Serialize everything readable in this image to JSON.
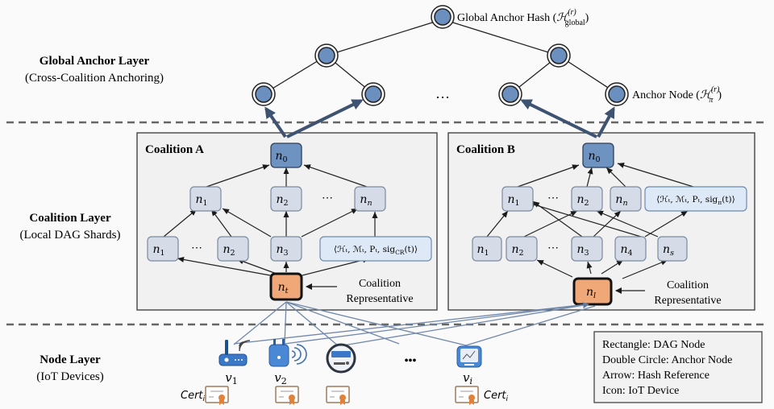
{
  "layers": {
    "global": {
      "title": "Global Anchor Layer",
      "subtitle": "(Cross-Coalition Anchoring)"
    },
    "coalition": {
      "title": "Coalition Layer",
      "subtitle": "(Local DAG Shards)"
    },
    "node": {
      "title": "Node Layer",
      "subtitle": "(IoT Devices)"
    }
  },
  "global_tree": {
    "root_label": "Global Anchor Hash (",
    "root_math": "ℋ",
    "root_sup": "(r)",
    "root_sub": "global",
    "root_close": ")",
    "anchor_label": "Anchor Node (",
    "anchor_math": "ℋ",
    "anchor_sup": "(r)",
    "anchor_sub": "π",
    "anchor_close": ")",
    "ellipsis": "…"
  },
  "coalition_a": {
    "title": "Coalition A",
    "top": {
      "n": "n",
      "sub": "0"
    },
    "mid": [
      {
        "n": "n",
        "sub": "1"
      },
      {
        "n": "n",
        "sub": "2"
      },
      {
        "n": "n",
        "sub": "n"
      }
    ],
    "mid_ellipsis": "⋯",
    "low": [
      {
        "n": "n",
        "sub": "1"
      },
      {
        "n": "n",
        "sub": "2"
      },
      {
        "n": "n",
        "sub": "3"
      }
    ],
    "low_ellipsis": "⋯",
    "tuple": "⟨ℋₜ, ℳₜ, Pₜ, sig",
    "tuple_sub": "CR",
    "tuple_end": "(t)⟩",
    "rep": {
      "n": "n",
      "sub": "t"
    },
    "rep_label_1": "Coalition",
    "rep_label_2": "Representative"
  },
  "coalition_b": {
    "title": "Coalition B",
    "top": {
      "n": "n",
      "sub": "0"
    },
    "mid": [
      {
        "n": "n",
        "sub": "1"
      },
      {
        "n": "n",
        "sub": "2"
      },
      {
        "n": "n",
        "sub": "n"
      }
    ],
    "mid_ellipsis": "⋯",
    "tuple": "⟨ℋₜ, ℳₜ, Pₜ, sig",
    "tuple_sub": "π",
    "tuple_end": "(t)⟩",
    "low": [
      {
        "n": "n",
        "sub": "1"
      },
      {
        "n": "n",
        "sub": "2"
      },
      {
        "n": "n",
        "sub": "3"
      },
      {
        "n": "n",
        "sub": "4"
      },
      {
        "n": "n",
        "sub": "s"
      }
    ],
    "low_ellipsis": "⋯",
    "rep": {
      "n": "n",
      "sub": "l"
    },
    "rep_label_1": "Coalition",
    "rep_label_2": "Representative"
  },
  "devices": [
    {
      "icon": "router-icon",
      "label": "v",
      "sub": "1",
      "cert": "Cert",
      "cert_sub": "i"
    },
    {
      "icon": "smart-plug-icon",
      "label": "v",
      "sub": "2"
    },
    {
      "icon": "smart-meter-icon"
    },
    {
      "icon": "sensor-tablet-icon",
      "label": "v",
      "sub": "i",
      "cert": "Cert",
      "cert_sub": "i"
    }
  ],
  "devices_ellipsis": "•••",
  "legend": [
    "Rectangle: DAG Node",
    "Double Circle: Anchor Node",
    "Arrow: Hash Reference",
    "Icon: IoT Device"
  ],
  "colors": {
    "anchor_fill": "#6b8fbf",
    "n0_fill": "#6e93c1",
    "dag_fill": "#d5dce8",
    "tuple_fill": "#dde9f6",
    "rep_fill": "#f0a878",
    "thick_arrow": "#3e5272",
    "device_link": "#7088aa",
    "device_blue": "#3b78c8",
    "cert_orange": "#e0823a",
    "cert_border": "#a07a5a"
  }
}
